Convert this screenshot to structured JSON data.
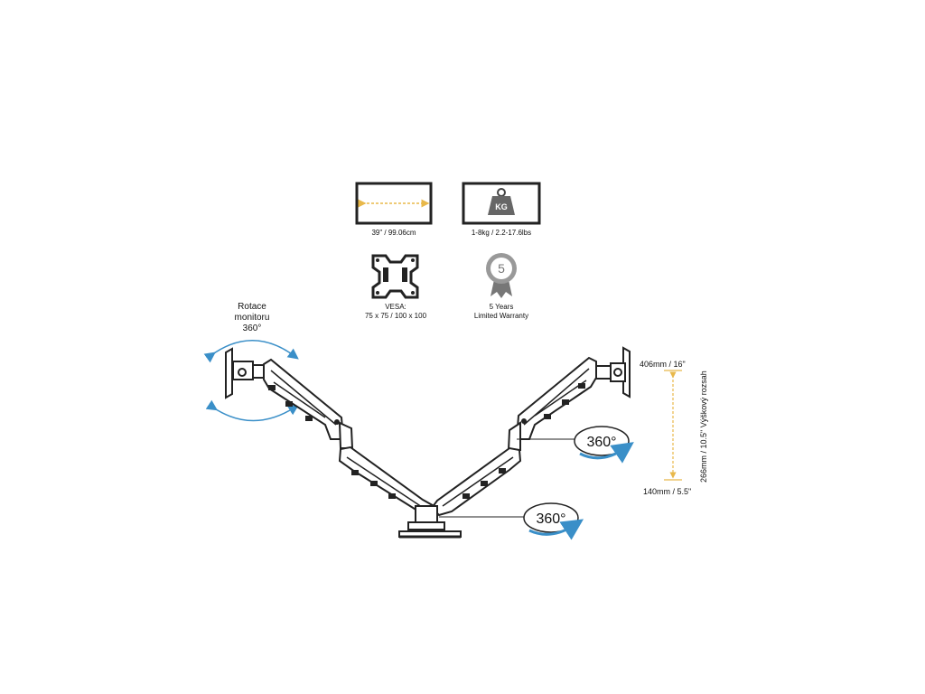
{
  "specs": {
    "screen_size": "39\" / 99.06cm",
    "weight_badge": "KG",
    "weight": "1-8kg / 2.2-17.6lbs",
    "vesa_line1": "VESA:",
    "vesa_line2": "75 x 75 / 100 x 100",
    "warranty_number": "5",
    "warranty_line1": "5 Years",
    "warranty_line2": "Limited Warranty"
  },
  "rotation_note": {
    "line1": "Rotace",
    "line2": "monitoru",
    "line3": "360°"
  },
  "swivel_arm_label": "360°",
  "swivel_base_label": "360°",
  "height": {
    "top": "406mm / 16\"",
    "bottom": "140mm / 5.5\"",
    "range": "266mm / 10.5\"  Výškový rozsah"
  },
  "colors": {
    "accent_yellow": "#e8b84a",
    "arrow_blue": "#3a8fc8",
    "line": "#222222"
  }
}
